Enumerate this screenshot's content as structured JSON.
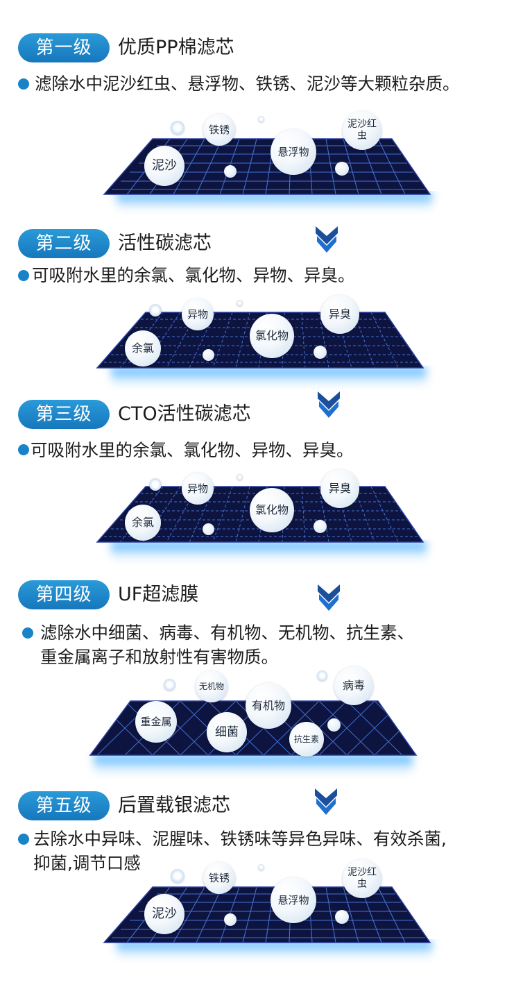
{
  "colors": {
    "badge": "#1a82c6",
    "bullet": "#1a82c6",
    "grid_bg": "#0d1440",
    "grid_line": "#5b8cf0",
    "glow": "#1e9bff",
    "arrow": "#1b4f9c"
  },
  "stages": [
    {
      "badge": "第一级",
      "title": "优质PP棉滤芯",
      "desc": [
        "滤除水中泥沙红虫、悬浮物、铁锈、泥沙等大颗粒杂质。"
      ],
      "bubbles": [
        "泥沙",
        "铁锈",
        "悬浮物",
        "泥沙红虫"
      ]
    },
    {
      "badge": "第二级",
      "title": "活性碳滤芯",
      "desc": [
        "可吸附水里的余氯、氯化物、异物、异臭。"
      ],
      "bubbles": [
        "余氯",
        "异物",
        "氯化物",
        "异臭"
      ]
    },
    {
      "badge": "第三级",
      "title": "CTO活性碳滤芯",
      "desc": [
        "可吸附水里的余氯、氯化物、异物、异臭。"
      ],
      "bubbles": [
        "余氯",
        "异物",
        "氯化物",
        "异臭"
      ]
    },
    {
      "badge": "第四级",
      "title": "UF超滤膜",
      "desc": [
        "滤除水中细菌、病毒、有机物、无机物、抗生素、",
        "重金属离子和放射性有害物质。"
      ],
      "bubbles": [
        "重金属",
        "无机物",
        "细菌",
        "有机物",
        "抗生素",
        "病毒"
      ]
    },
    {
      "badge": "第五级",
      "title": "后置载银滤芯",
      "desc": [
        "去除水中异味、泥腥味、铁锈味等异色异味、有效杀菌,",
        "抑菌,调节口感"
      ],
      "bubbles": [
        "泥沙",
        "铁锈",
        "悬浮物",
        "泥沙红虫"
      ]
    }
  ]
}
